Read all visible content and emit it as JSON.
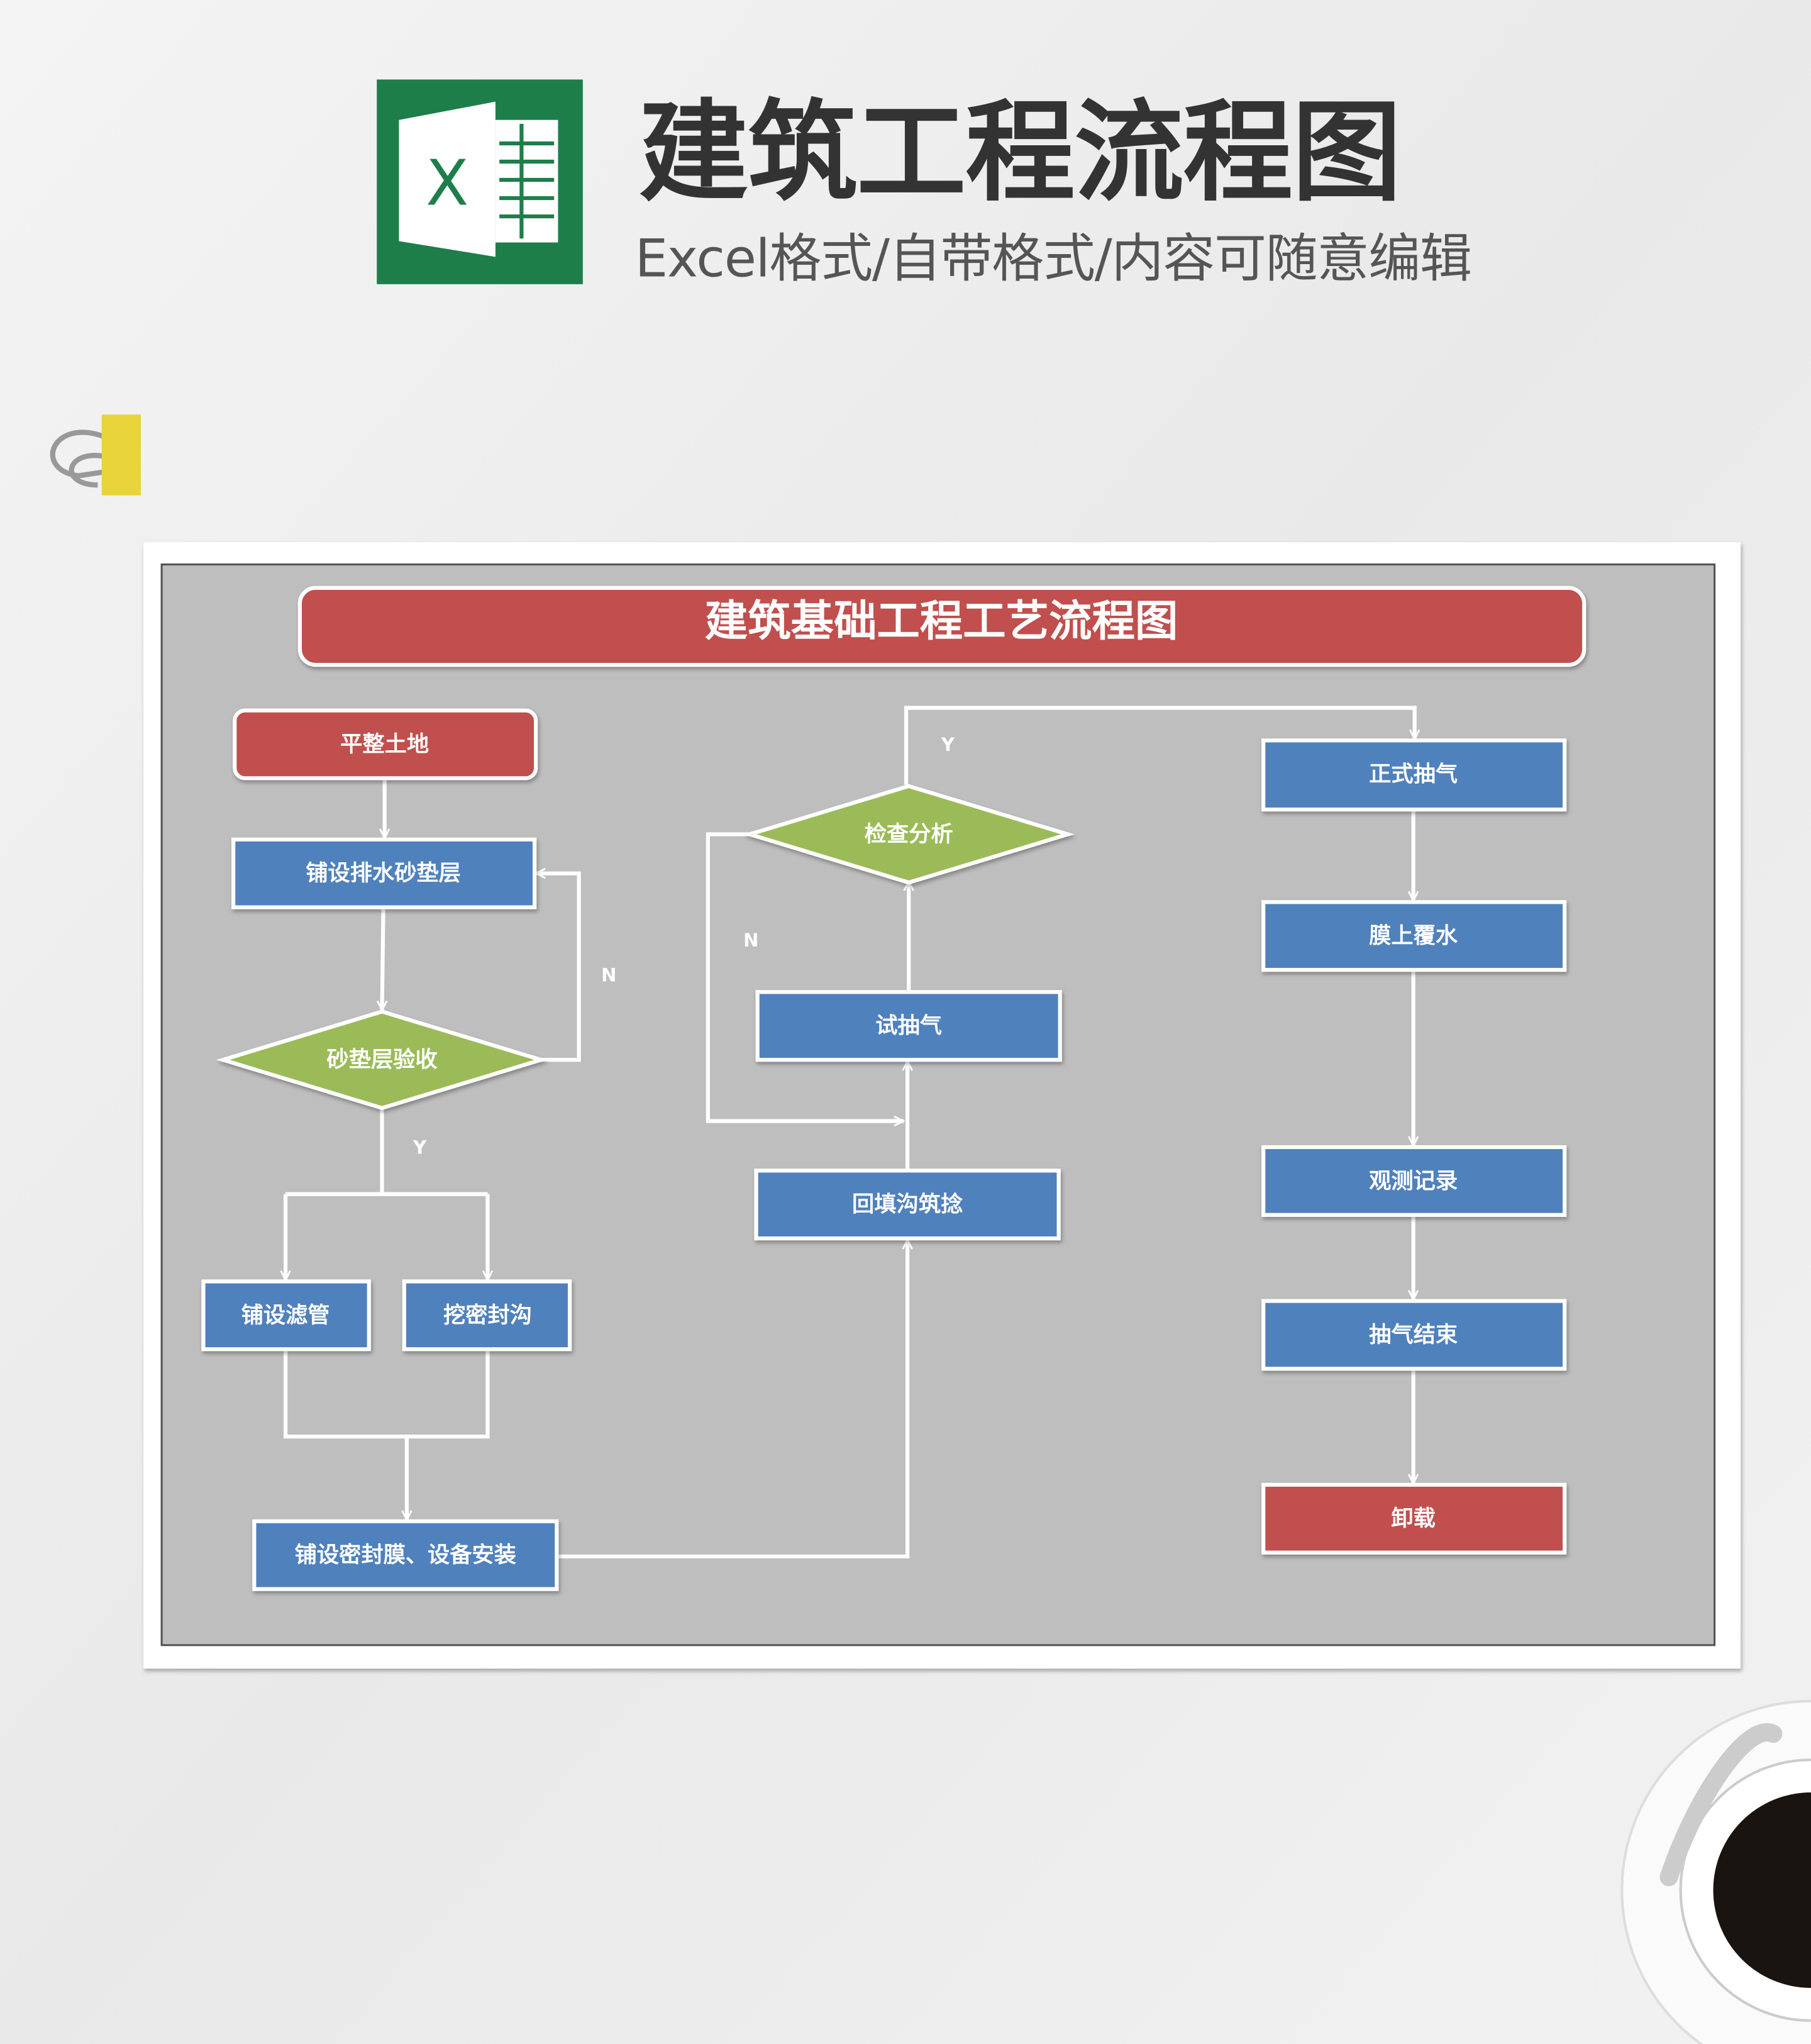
{
  "header": {
    "title": "建筑工程流程图",
    "subtitle": "Excel格式/自带格式/内容可随意编辑",
    "logo_letter": "X"
  },
  "flowchart": {
    "title": "建筑基础工程工艺流程图",
    "nodes": {
      "start": "平整土地",
      "sand_layer": "铺设排水砂垫层",
      "sand_check": "砂垫层验收",
      "filter_pipe": "铺设滤管",
      "dig_trench": "挖密封沟",
      "membrane": "铺设密封膜、设备安装",
      "backfill": "回填沟筑捻",
      "trial_pump": "试抽气",
      "inspect": "检查分析",
      "formal_pump": "正式抽气",
      "water_cover": "膜上覆水",
      "observe": "观测记录",
      "pump_end": "抽气结束",
      "unload": "卸载"
    },
    "labels": {
      "sand_no": "N",
      "sand_yes": "Y",
      "inspect_no": "N",
      "inspect_yes": "Y"
    }
  },
  "colors": {
    "red": "#c0504d",
    "blue": "#4f81bd",
    "green": "#9bbb59",
    "gray": "#bebebe",
    "excel_green": "#1e7e4a"
  }
}
